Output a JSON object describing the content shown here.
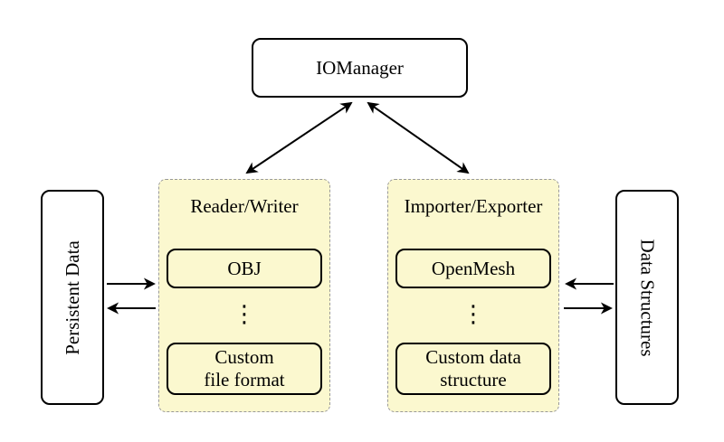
{
  "root": {
    "label": "IOManager"
  },
  "sides": {
    "left": {
      "label": "Persistent Data"
    },
    "right": {
      "label": "Data Structures"
    }
  },
  "groups": [
    {
      "title": "Reader/Writer",
      "top_item": "OBJ",
      "dots": "⋮",
      "bottom_item_lines": [
        "Custom",
        "file format"
      ]
    },
    {
      "title": "Importer/Exporter",
      "top_item": "OpenMesh",
      "dots": "⋮",
      "bottom_item_lines": [
        "Custom data",
        "structure"
      ]
    }
  ],
  "colors": {
    "group_fill": "#fbf8cf",
    "group_border": "#999999",
    "box_border": "#000000",
    "arrow": "#000000",
    "background": "#ffffff"
  }
}
